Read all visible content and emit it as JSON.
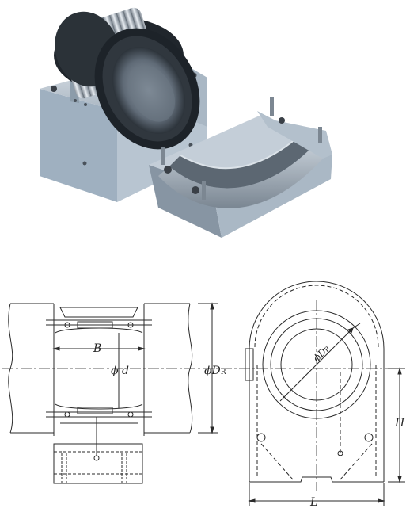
{
  "photo": {
    "subject": "split plummer block housing with spherical roller bearing"
  },
  "drawing": {
    "front_view": {
      "dim_B": "B",
      "dim_d": "d",
      "dim_DR": "D",
      "dim_DR_sub": "R",
      "phi": "ϕ"
    },
    "side_view": {
      "dim_Dr": "D",
      "dim_Dr_sub": "R",
      "phi": "ϕ",
      "dim_H": "H",
      "dim_L": "L"
    }
  }
}
